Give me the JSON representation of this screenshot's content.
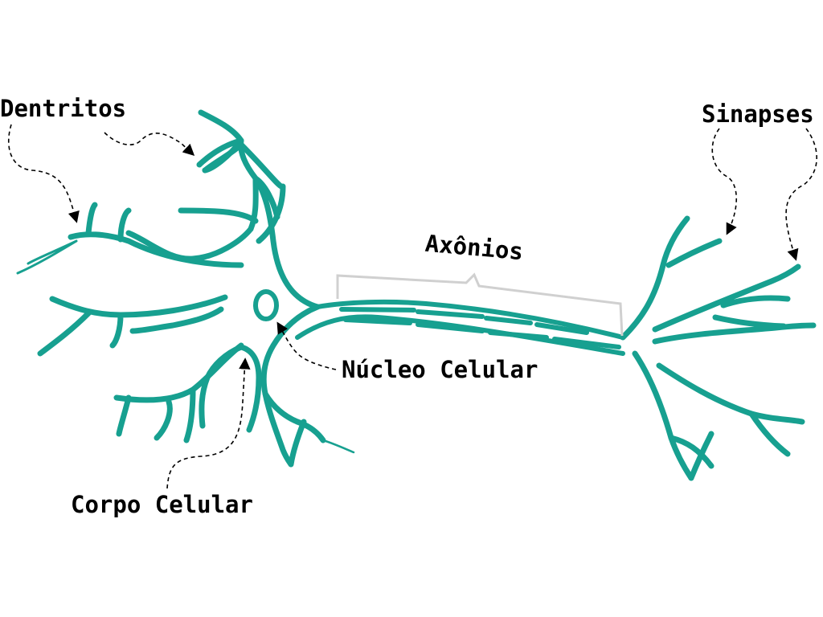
{
  "colors": {
    "neuron": "#17a090",
    "bracket": "#d0d0d0",
    "text": "#000000"
  },
  "labels": {
    "dendrites": "Dentritos",
    "synapses": "Sinapses",
    "axon": "Axônios",
    "nucleus": "Núcleo Celular",
    "cell_body": "Corpo Celular"
  }
}
